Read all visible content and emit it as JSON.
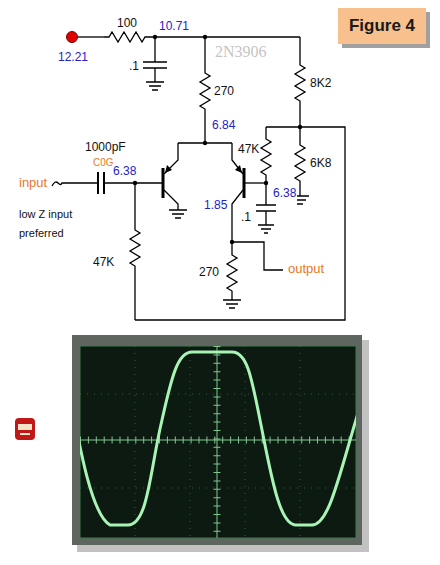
{
  "diagram": {
    "nodes": [
      {
        "text": [
          "Figure 4"
        ]
      }
    ],
    "labels": [
      "12.21",
      "100",
      "10.71",
      ".1",
      "2N3906",
      "270",
      "6.84",
      "8K2",
      "47K",
      "6K8",
      "1000pF",
      "C0G",
      "6.38",
      "input",
      "low Z input preferred",
      "6.38",
      ".1",
      "1.85",
      "47K",
      "270",
      "output"
    ]
  }
}
